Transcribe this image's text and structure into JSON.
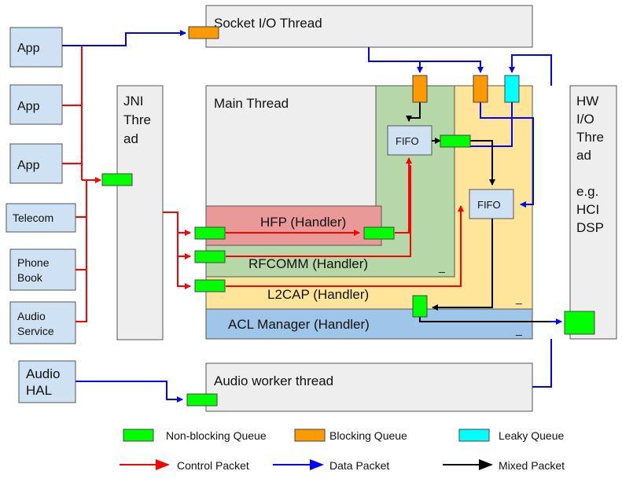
{
  "colors": {
    "box_blue": "#cfe2f3",
    "box_gray": "#eeeeee",
    "main_fill": "#eeeeee",
    "l2cap_fill": "#ffe599",
    "rfcomm_fill": "#b6d7a8",
    "hfp_fill": "#ea9999",
    "acl_fill": "#9fc5e8",
    "fifo_fill": "#cfe2f3",
    "queue_nonblocking": "#00ff00",
    "queue_blocking": "#ff9900",
    "queue_leaky": "#00ffff",
    "control_packet": "#ff0000",
    "data_packet": "#0000ff",
    "mixed_packet": "#000000"
  },
  "apps": [
    {
      "label": "App"
    },
    {
      "label": "App"
    },
    {
      "label": "App"
    },
    {
      "label": "Telecom"
    },
    {
      "label": "Phone\nBook"
    },
    {
      "label": "Audio\nService"
    }
  ],
  "audio_hal": {
    "label": "Audio\nHAL"
  },
  "socket_thread": {
    "label": "Socket I/O Thread"
  },
  "jni_thread": {
    "label": "JNI\nThre\nad"
  },
  "main_thread": {
    "label": "Main Thread"
  },
  "hfp": {
    "label": "HFP (Handler)"
  },
  "rfcomm": {
    "label": "RFCOMM (Handler)"
  },
  "l2cap": {
    "label": "L2CAP (Handler)"
  },
  "acl": {
    "label": "ACL Manager (Handler)"
  },
  "fifo_label": "FIFO",
  "hw_thread": {
    "label": "HW\nI/O\nThre\nad\n\ne.g.\nHCI\nDSP"
  },
  "audio_worker": {
    "label": "Audio worker thread"
  },
  "minimize_mark": "_",
  "legend": {
    "non_blocking": "Non-blocking Queue",
    "blocking": "Blocking Queue",
    "leaky": "Leaky Queue",
    "control": "Control Packet",
    "data": "Data Packet",
    "mixed": "Mixed Packet"
  }
}
